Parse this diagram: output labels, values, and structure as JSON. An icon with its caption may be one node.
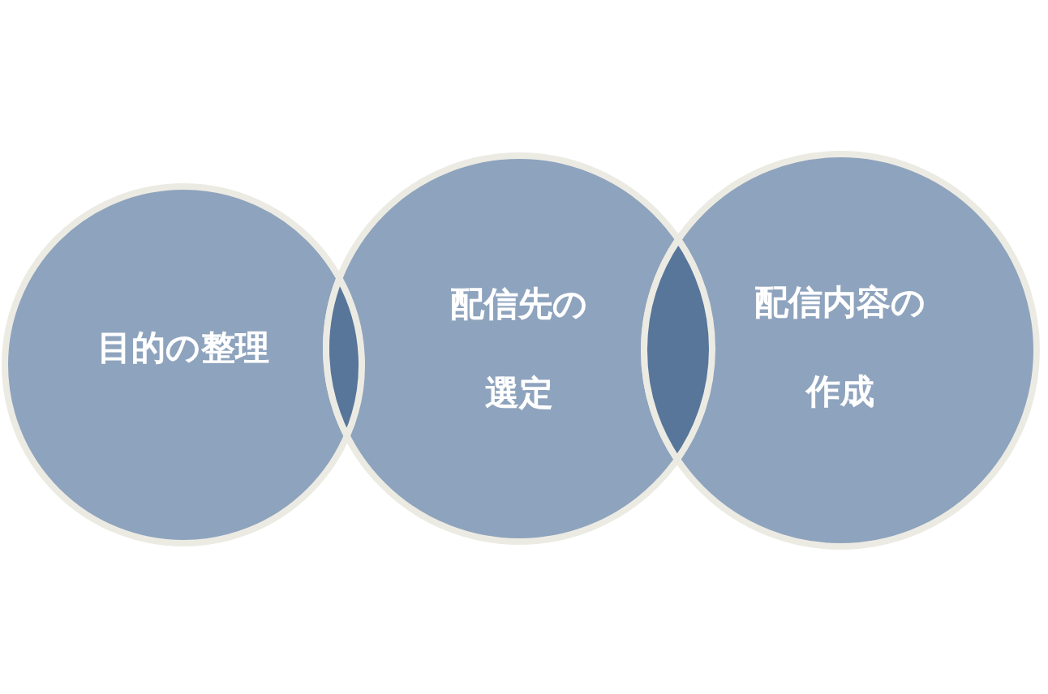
{
  "diagram": {
    "nodes": [
      {
        "text": [
          "目的の整理"
        ]
      },
      {
        "text": [
          "配信先の選定"
        ]
      },
      {
        "text": [
          "配信内容の作成"
        ]
      }
    ]
  }
}
